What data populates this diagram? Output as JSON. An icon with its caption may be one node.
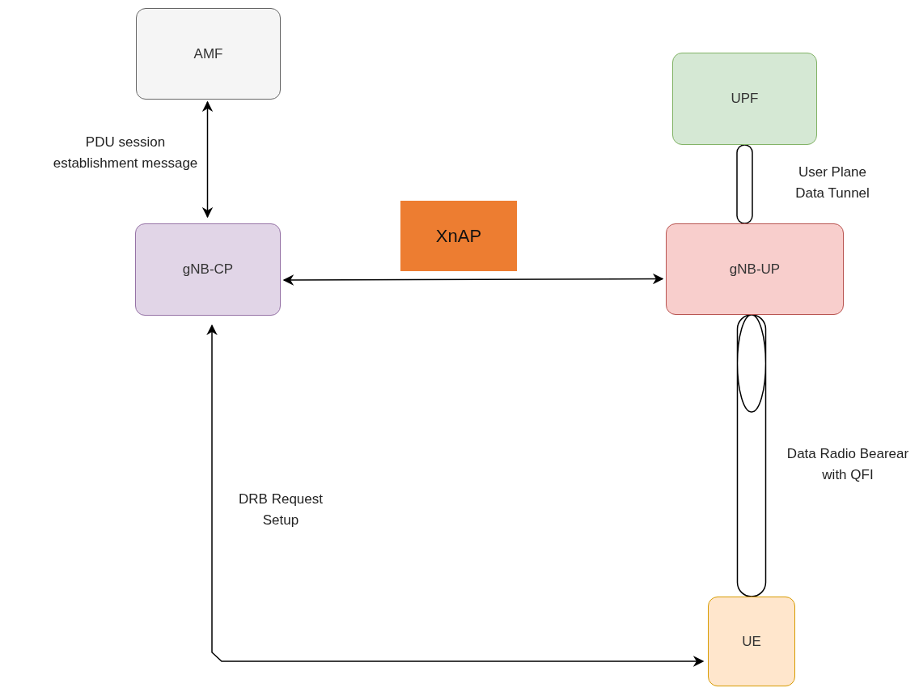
{
  "diagram": {
    "nodes": [
      {
        "text": [
          "AMF"
        ]
      },
      {
        "text": [
          "UPF"
        ]
      },
      {
        "text": [
          "XnAP"
        ]
      },
      {
        "text": [
          "gNB-CP"
        ]
      },
      {
        "text": [
          "gNB-UP"
        ]
      },
      {
        "text": [
          "UE"
        ]
      }
    ],
    "edges": [
      {
        "from": 0,
        "to": 3,
        "arrow": "both",
        "label": "PDU session establishment message"
      },
      {
        "from": 3,
        "to": 4,
        "arrow": "both"
      },
      {
        "from": 1,
        "to": 4,
        "arrow": "none",
        "label": "User Plane Data Tunnel"
      },
      {
        "from": 4,
        "to": 5,
        "arrow": "none",
        "label": "Data Radio Bearear with QFI"
      },
      {
        "from": 3,
        "to": 5,
        "arrow": "both",
        "label": "DRB Request Setup"
      }
    ]
  }
}
